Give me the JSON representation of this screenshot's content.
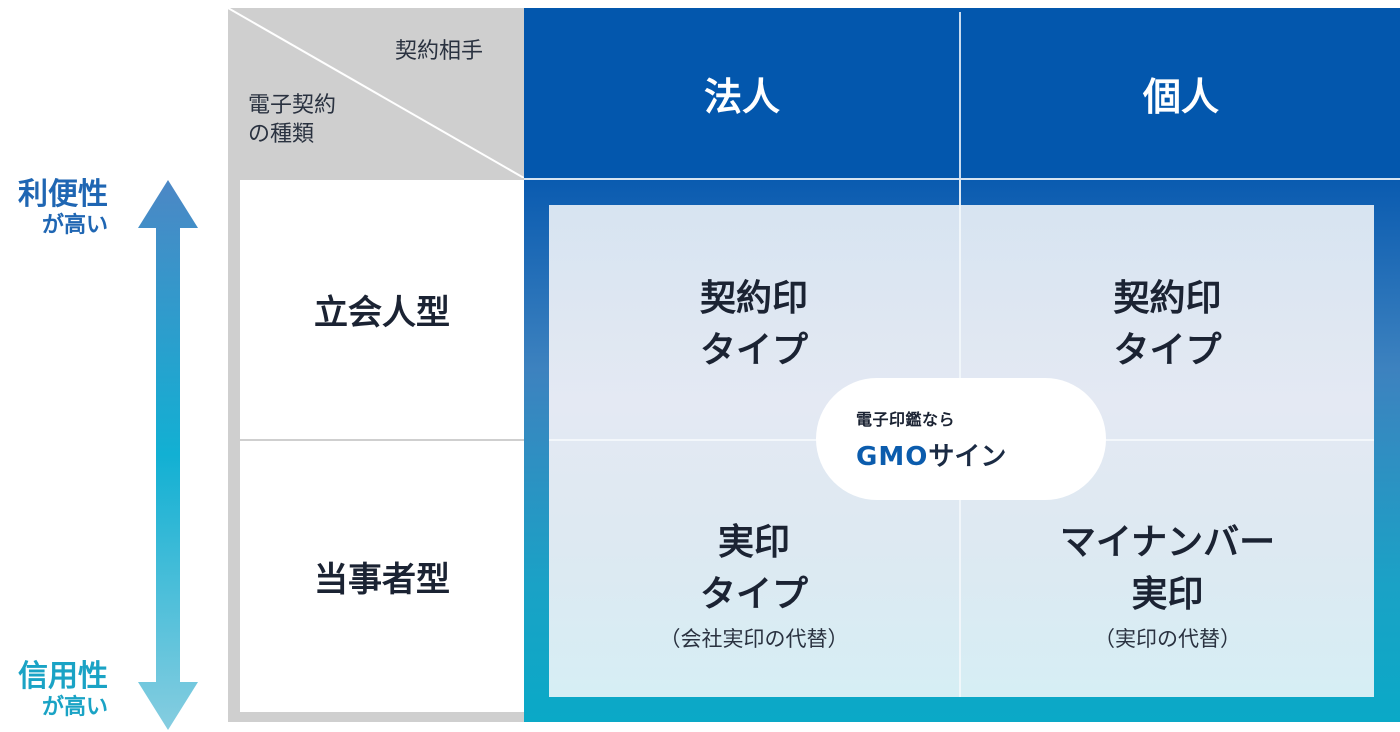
{
  "axis": {
    "top": {
      "main": "利便性",
      "sub": "が高い",
      "color": "#1f66b3"
    },
    "bottom": {
      "main": "信用性",
      "sub": "が高い",
      "color": "#1aa3c5"
    },
    "arrow_gradient": [
      "#3c7fc2",
      "#12b0d3",
      "#7ec9dc"
    ]
  },
  "corner": {
    "column_axis_label": "契約相手",
    "row_axis_label_line1": "電子契約",
    "row_axis_label_line2": "の種類"
  },
  "columns": [
    {
      "label": "法人"
    },
    {
      "label": "個人"
    }
  ],
  "rows": [
    {
      "label": "立会人型"
    },
    {
      "label": "当事者型"
    }
  ],
  "cells": [
    [
      {
        "main": "契約印\nタイプ",
        "sub": ""
      },
      {
        "main": "契約印\nタイプ",
        "sub": ""
      }
    ],
    [
      {
        "main": "実印\nタイプ",
        "sub": "（会社実印の代替）"
      },
      {
        "main": "マイナンバー\n実印",
        "sub": "（実印の代替）"
      }
    ]
  ],
  "badge": {
    "tagline": "電子印鑑なら",
    "brand_gmo": "GMO",
    "brand_sign": "サイン"
  },
  "colors": {
    "header_blue": "#0357ad",
    "frame_gray": "#cfcfcf",
    "frame_gradient_top": "#0a5bb0",
    "frame_gradient_bottom": "#0aa9c7",
    "panel_light": "#dde9f2",
    "text_dark": "#1b2333"
  }
}
